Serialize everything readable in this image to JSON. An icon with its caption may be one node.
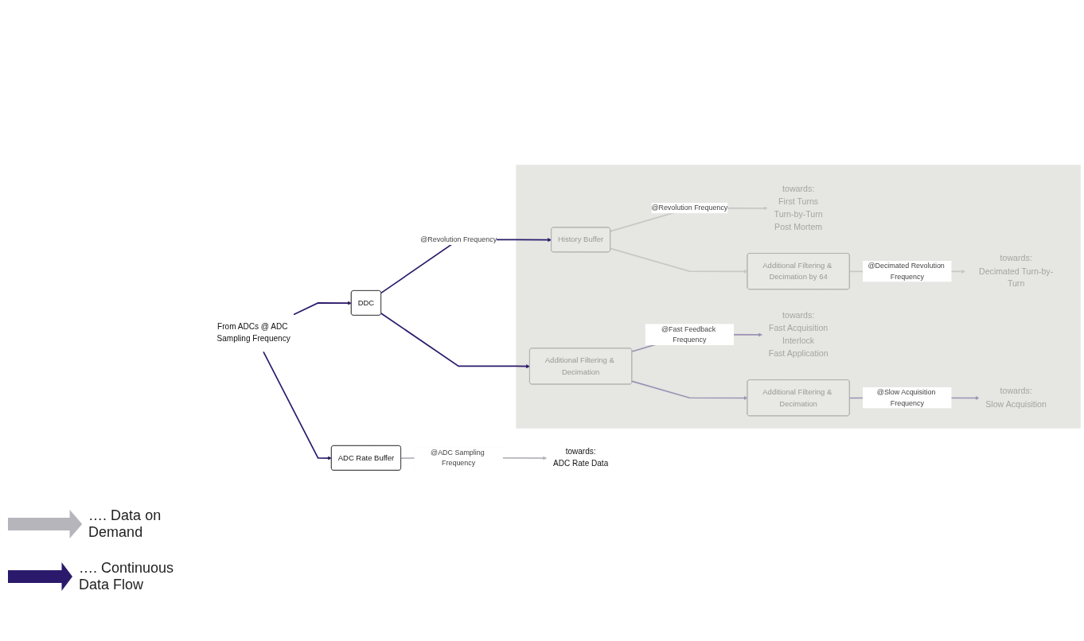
{
  "diagram": {
    "nodes": [
      {
        "text": [
          "From ADCs @ ADC Sampling Frequency"
        ]
      },
      {
        "text": [
          "ADC Rate Buffer"
        ]
      },
      {
        "text": [
          "towards:",
          "ADC Rate Data"
        ]
      },
      {
        "text": [
          "DDC"
        ]
      },
      {
        "text": [],
        "shape": "box"
      },
      {
        "text": [
          "History Buffer"
        ],
        "in": 4
      },
      {
        "text": [
          "towards:",
          "First Turns",
          "Turn-by-Turn",
          "Post Mortem"
        ],
        "in": 4
      },
      {
        "text": [
          "Additional Filtering & Decimation by 64"
        ],
        "in": 4
      },
      {
        "text": [
          "towards:",
          "Decimated Turn-by-Turn"
        ],
        "in": 4
      },
      {
        "text": [
          "Additional Filtering & Decimation"
        ],
        "in": 4
      },
      {
        "text": [
          "towards:",
          "Fast Acquisition",
          "Interlock",
          "Fast Application"
        ],
        "in": 4
      },
      {
        "text": [
          "Additional Filtering & Decimation"
        ],
        "in": 4
      },
      {
        "text": [
          "towards:",
          "Slow Acquisition"
        ],
        "in": 4
      }
    ],
    "edges": [
      {
        "from": 0,
        "to": 1,
        "arrow": "to",
        "color": "#2b1a6b"
      },
      {
        "from": 1,
        "to": 2,
        "label": "@ADC Sampling Frequency",
        "arrow": "to",
        "color": "#b5b5bb"
      },
      {
        "from": 0,
        "to": 3,
        "arrow": "to",
        "color": "#2b1a6b"
      },
      {
        "from": 3,
        "to": 5,
        "label": "@Revolution Frequency",
        "arrow": "to",
        "color": "#2b1a6b"
      },
      {
        "from": 5,
        "to": 6,
        "label": "@Revolution Frequency",
        "arrow": "to",
        "color": "#c8c8c4"
      },
      {
        "from": 5,
        "to": 7,
        "arrow": "to",
        "color": "#c8c8c4"
      },
      {
        "from": 7,
        "to": 8,
        "label": "@Decimated Revolution Frequency",
        "arrow": "to",
        "color": "#c8c8c4"
      },
      {
        "from": 3,
        "to": 9,
        "arrow": "to",
        "color": "#2b1a6b"
      },
      {
        "from": 9,
        "to": 10,
        "label": "@Fast Feedback Frequency",
        "arrow": "to",
        "color": "#9a93b4"
      },
      {
        "from": 9,
        "to": 11,
        "arrow": "to",
        "color": "#9a93b4"
      },
      {
        "from": 11,
        "to": 12,
        "label": "@Slow Acquisition Frequency",
        "arrow": "to",
        "color": "#9a93b4"
      }
    ],
    "legend": [
      {
        "text": "…. Data on Demand"
      },
      {
        "text": "…. Continuous Data Flow"
      }
    ]
  }
}
